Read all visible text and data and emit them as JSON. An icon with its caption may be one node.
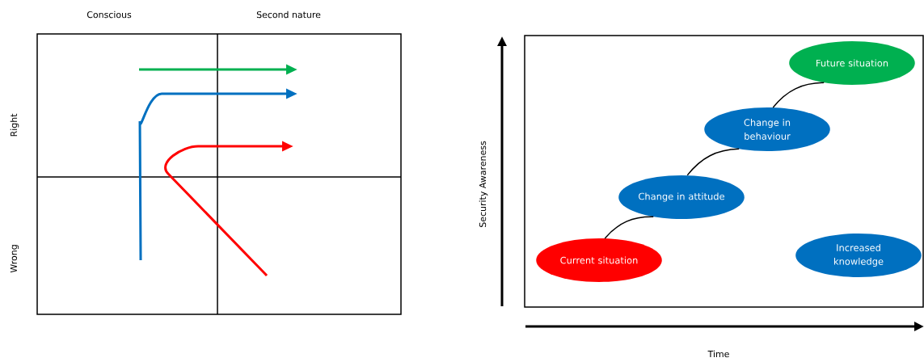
{
  "diagram": {
    "nodes": [
      {
        "text": [
          "Current situation"
        ]
      },
      {
        "text": [
          "Change in attitude"
        ]
      },
      {
        "text": [
          "Change in behaviour"
        ]
      },
      {
        "text": [
          "Future situation"
        ]
      },
      {
        "text": [
          "Increased knowledge"
        ]
      }
    ],
    "edges": [
      {
        "from": 0,
        "to": 1,
        "arrow": "none"
      },
      {
        "from": 1,
        "to": 2,
        "arrow": "none"
      },
      {
        "from": 2,
        "to": 3,
        "arrow": "none"
      }
    ],
    "labels": [
      "Conscious",
      "Second nature",
      "Right",
      "Wrong",
      "Security Awareness",
      "Time"
    ]
  }
}
